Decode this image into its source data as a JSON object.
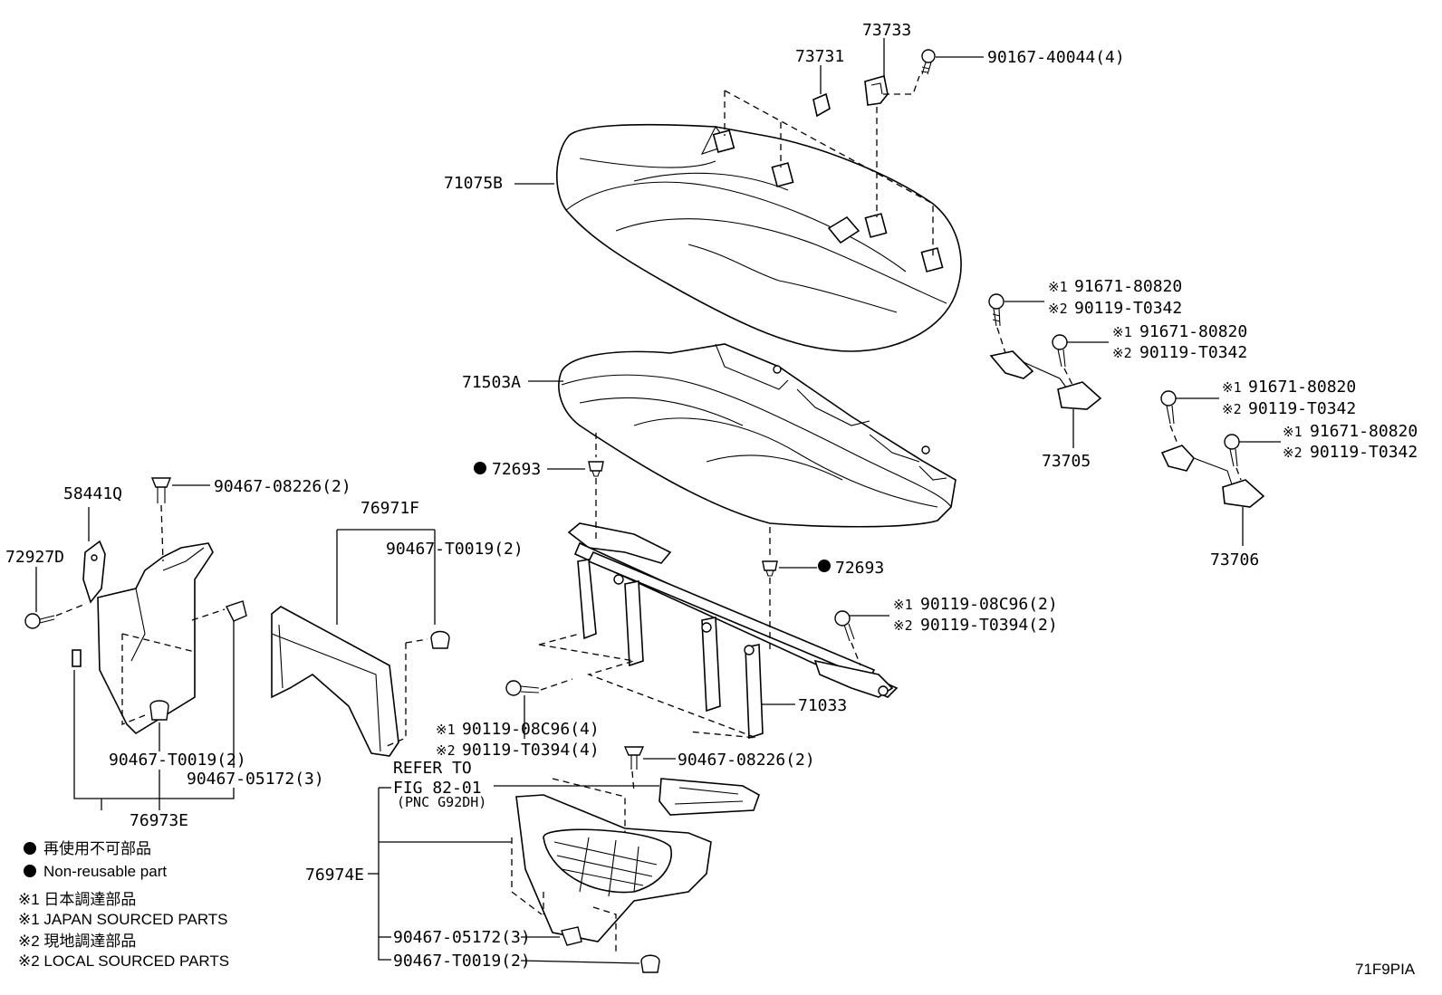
{
  "callouts": {
    "p73733": "73733",
    "p73731": "73731",
    "p90167": "90167-40044(4)",
    "p71075b": "71075B",
    "p71503a": "71503A",
    "p72693_a": "72693",
    "p72693_b": "72693",
    "p58441q": "58441Q",
    "p72927d": "72927D",
    "p90467_08226_a": "90467-08226(2)",
    "p76971f": "76971F",
    "p90467_t0019_a": "90467-T0019(2)",
    "p90467_t0019_b": "90467-T0019(2)",
    "p90467_05172_a": "90467-05172(3)",
    "p76973e": "76973E",
    "p71033": "71033",
    "p73705": "73705",
    "p73706": "73706",
    "p90467_08226_b": "90467-08226(2)",
    "p76974e": "76974E",
    "p90467_05172_b": "90467-05172(3)",
    "p90467_t0019_c": "90467-T0019(2)"
  },
  "dual_callouts": {
    "bolt_a": {
      "m1": "※1",
      "p1": "91671-80820",
      "m2": "※2",
      "p2": "90119-T0342"
    },
    "bolt_b": {
      "m1": "※1",
      "p1": "91671-80820",
      "m2": "※2",
      "p2": "90119-T0342"
    },
    "bolt_c": {
      "m1": "※1",
      "p1": "91671-80820",
      "m2": "※2",
      "p2": "90119-T0342"
    },
    "bolt_d": {
      "m1": "※1",
      "p1": "91671-80820",
      "m2": "※2",
      "p2": "90119-T0342"
    },
    "bolt_e": {
      "m1": "※1",
      "p1": "90119-08C96(2)",
      "m2": "※2",
      "p2": "90119-T0394(2)"
    },
    "bolt_f": {
      "m1": "※1",
      "p1": "90119-08C96(4)",
      "m2": "※2",
      "p2": "90119-T0394(4)"
    }
  },
  "reference": {
    "line1": "REFER TO",
    "line2": "FIG 82-01",
    "line3": "(PNC G92DH)"
  },
  "legend": {
    "nonreusable_ja": "再使用不可部品",
    "nonreusable_en": "Non-reusable part",
    "japan_ja": "※1 日本調達部品",
    "japan_en": "※1 JAPAN SOURCED PARTS",
    "local_ja": "※2 現地調達部品",
    "local_en": "※2 LOCAL SOURCED PARTS"
  },
  "figure_id": "71F9PIA"
}
